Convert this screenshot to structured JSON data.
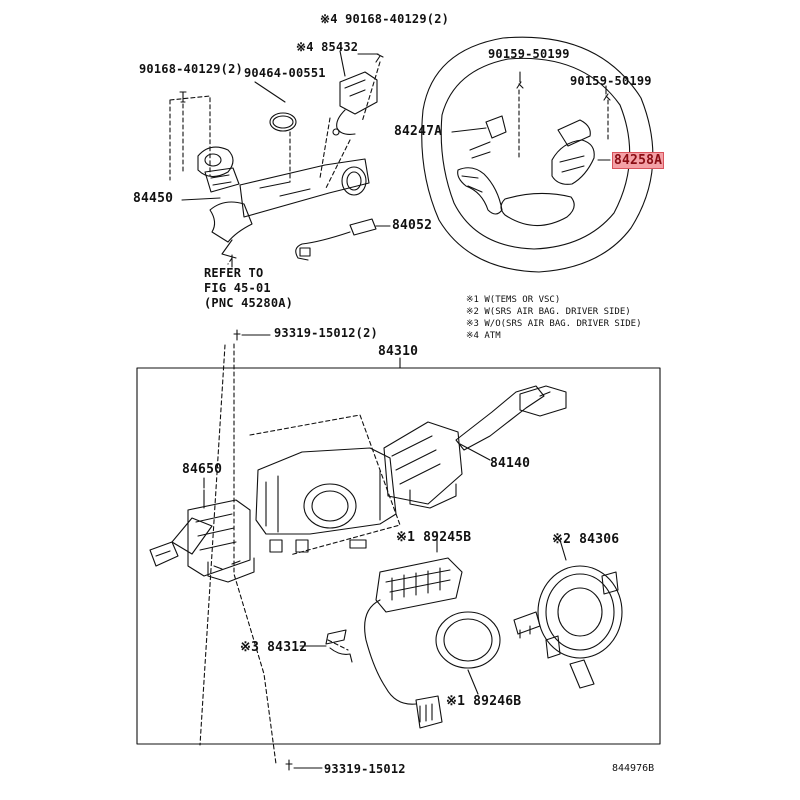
{
  "labels": {
    "p_90168_top": "※4 90168-40129(2)",
    "p_85432": "※4 85432",
    "p_90168_left": "90168-40129(2)",
    "p_90464": "90464-00551",
    "p_84450": "84450",
    "p_84052": "84052",
    "refer_1": "REFER TO",
    "refer_2": "FIG 45-01",
    "refer_3": "(PNC 45280A)",
    "p_90159_a": "90159-50199",
    "p_90159_b": "90159-50199",
    "p_84247A": "84247A",
    "p_84258A": "84258A",
    "p_93319_2": "93319-15012(2)",
    "p_84310": "84310",
    "p_84650": "84650",
    "p_84140": "84140",
    "p_89245B": "※1 89245B",
    "p_84306": "※2 84306",
    "p_84312": "※3 84312",
    "p_89246B": "※1 89246B",
    "p_93319": "93319-15012"
  },
  "notes": [
    "※1 W(TEMS OR VSC)",
    "※2 W(SRS AIR BAG. DRIVER SIDE)",
    "※3 W/O(SRS AIR BAG. DRIVER SIDE)",
    "※4 ATM"
  ],
  "figure_code": "844976B",
  "highlight_color": "#f4a0a6"
}
